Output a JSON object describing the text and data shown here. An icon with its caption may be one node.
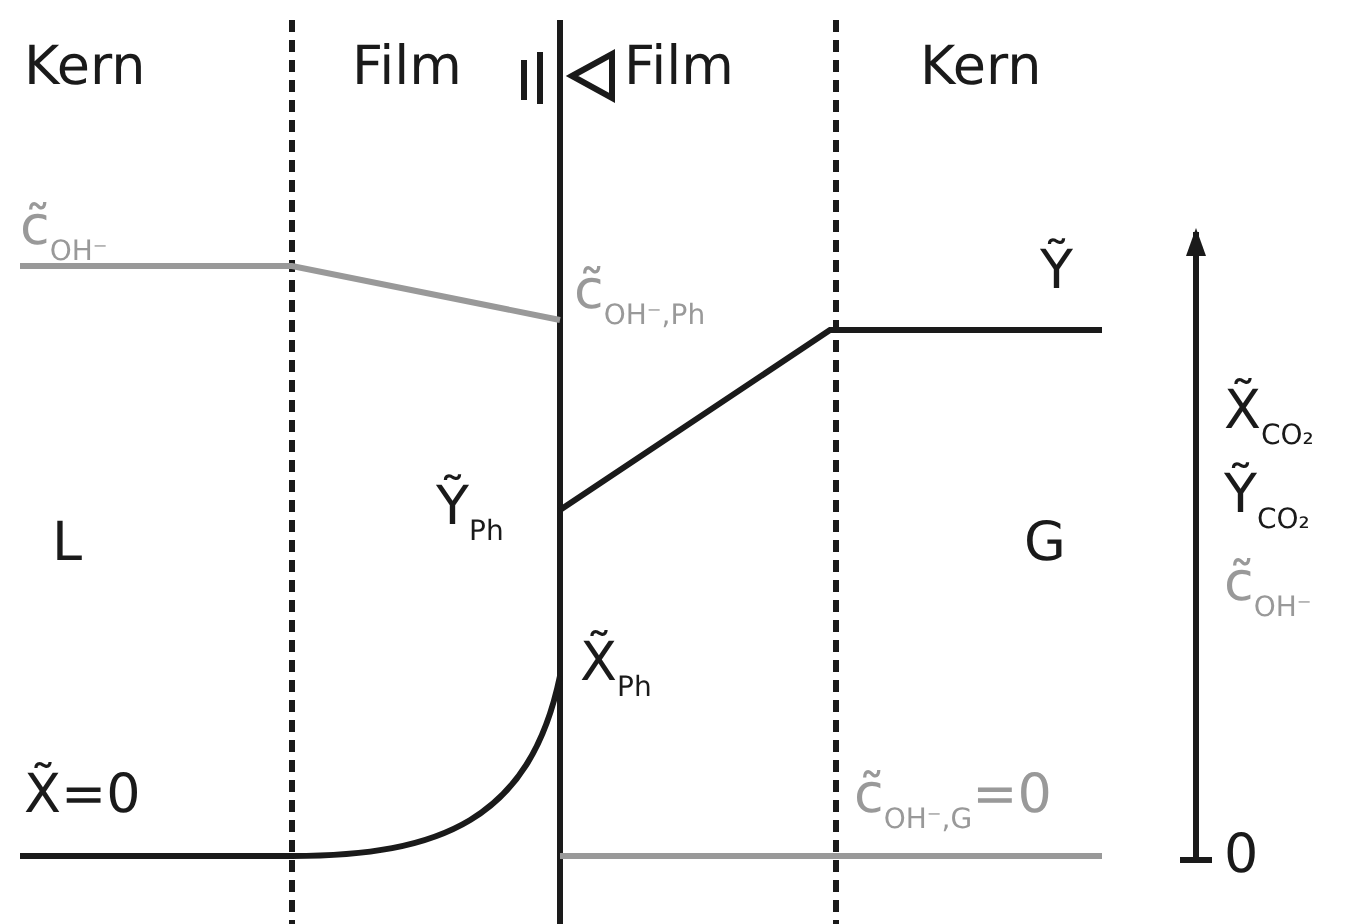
{
  "diagram": {
    "labels": [
      "Kern",
      "Film",
      "Film",
      "Kern",
      "c̃$_{OH⁻}$",
      "c̃$_{OH⁻,Ph}$",
      "Ỹ",
      "X̃$_{CO₂}$",
      "L",
      "Ỹ$_{Ph}$",
      "G",
      "Ỹ$_{CO₂}$",
      "c̃$_{OH⁻}$",
      "X̃$_{Ph}$",
      "X̃=0",
      "c̃$_{OH⁻,G}$=0",
      "0"
    ]
  }
}
